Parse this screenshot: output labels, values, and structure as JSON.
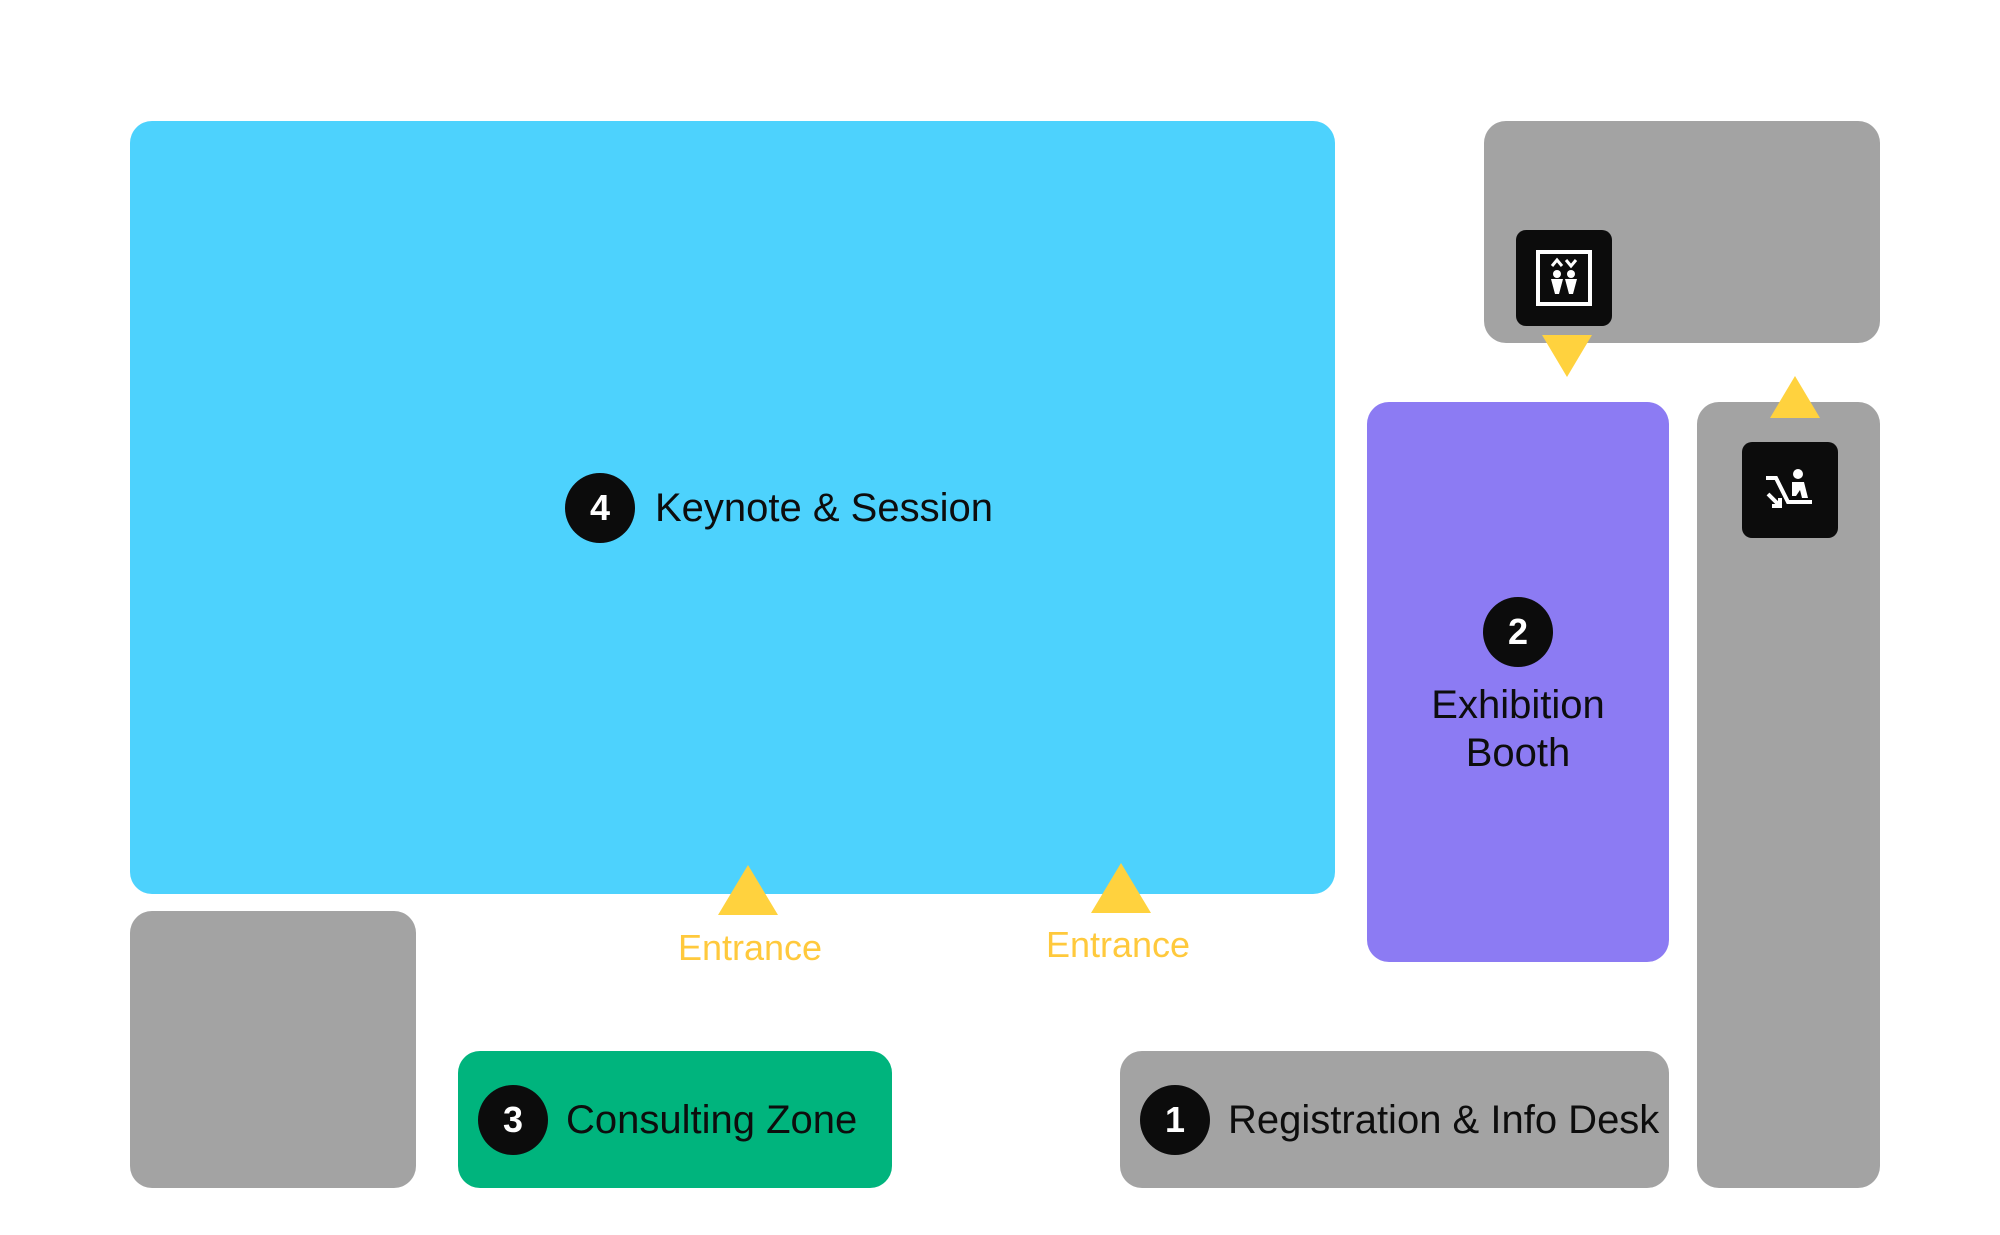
{
  "colors": {
    "keynote": "#4dd2fd",
    "exhibition": "#8c7bf3",
    "consulting": "#00b47d",
    "neutral": "#a3a3a3",
    "marker": "#ffd23e",
    "badge": "#0c0c0c"
  },
  "zones": {
    "keynote": {
      "number": "4",
      "label": "Keynote & Session"
    },
    "exhibition": {
      "number": "2",
      "label_line1": "Exhibition",
      "label_line2": "Booth"
    },
    "consulting": {
      "number": "3",
      "label": "Consulting Zone"
    },
    "registration": {
      "number": "1",
      "label": "Registration & Info Desk"
    }
  },
  "entrances": [
    {
      "label": "Entrance"
    },
    {
      "label": "Entrance"
    }
  ],
  "icons": {
    "elevator": "elevator-icon",
    "escalator": "escalator-icon"
  }
}
